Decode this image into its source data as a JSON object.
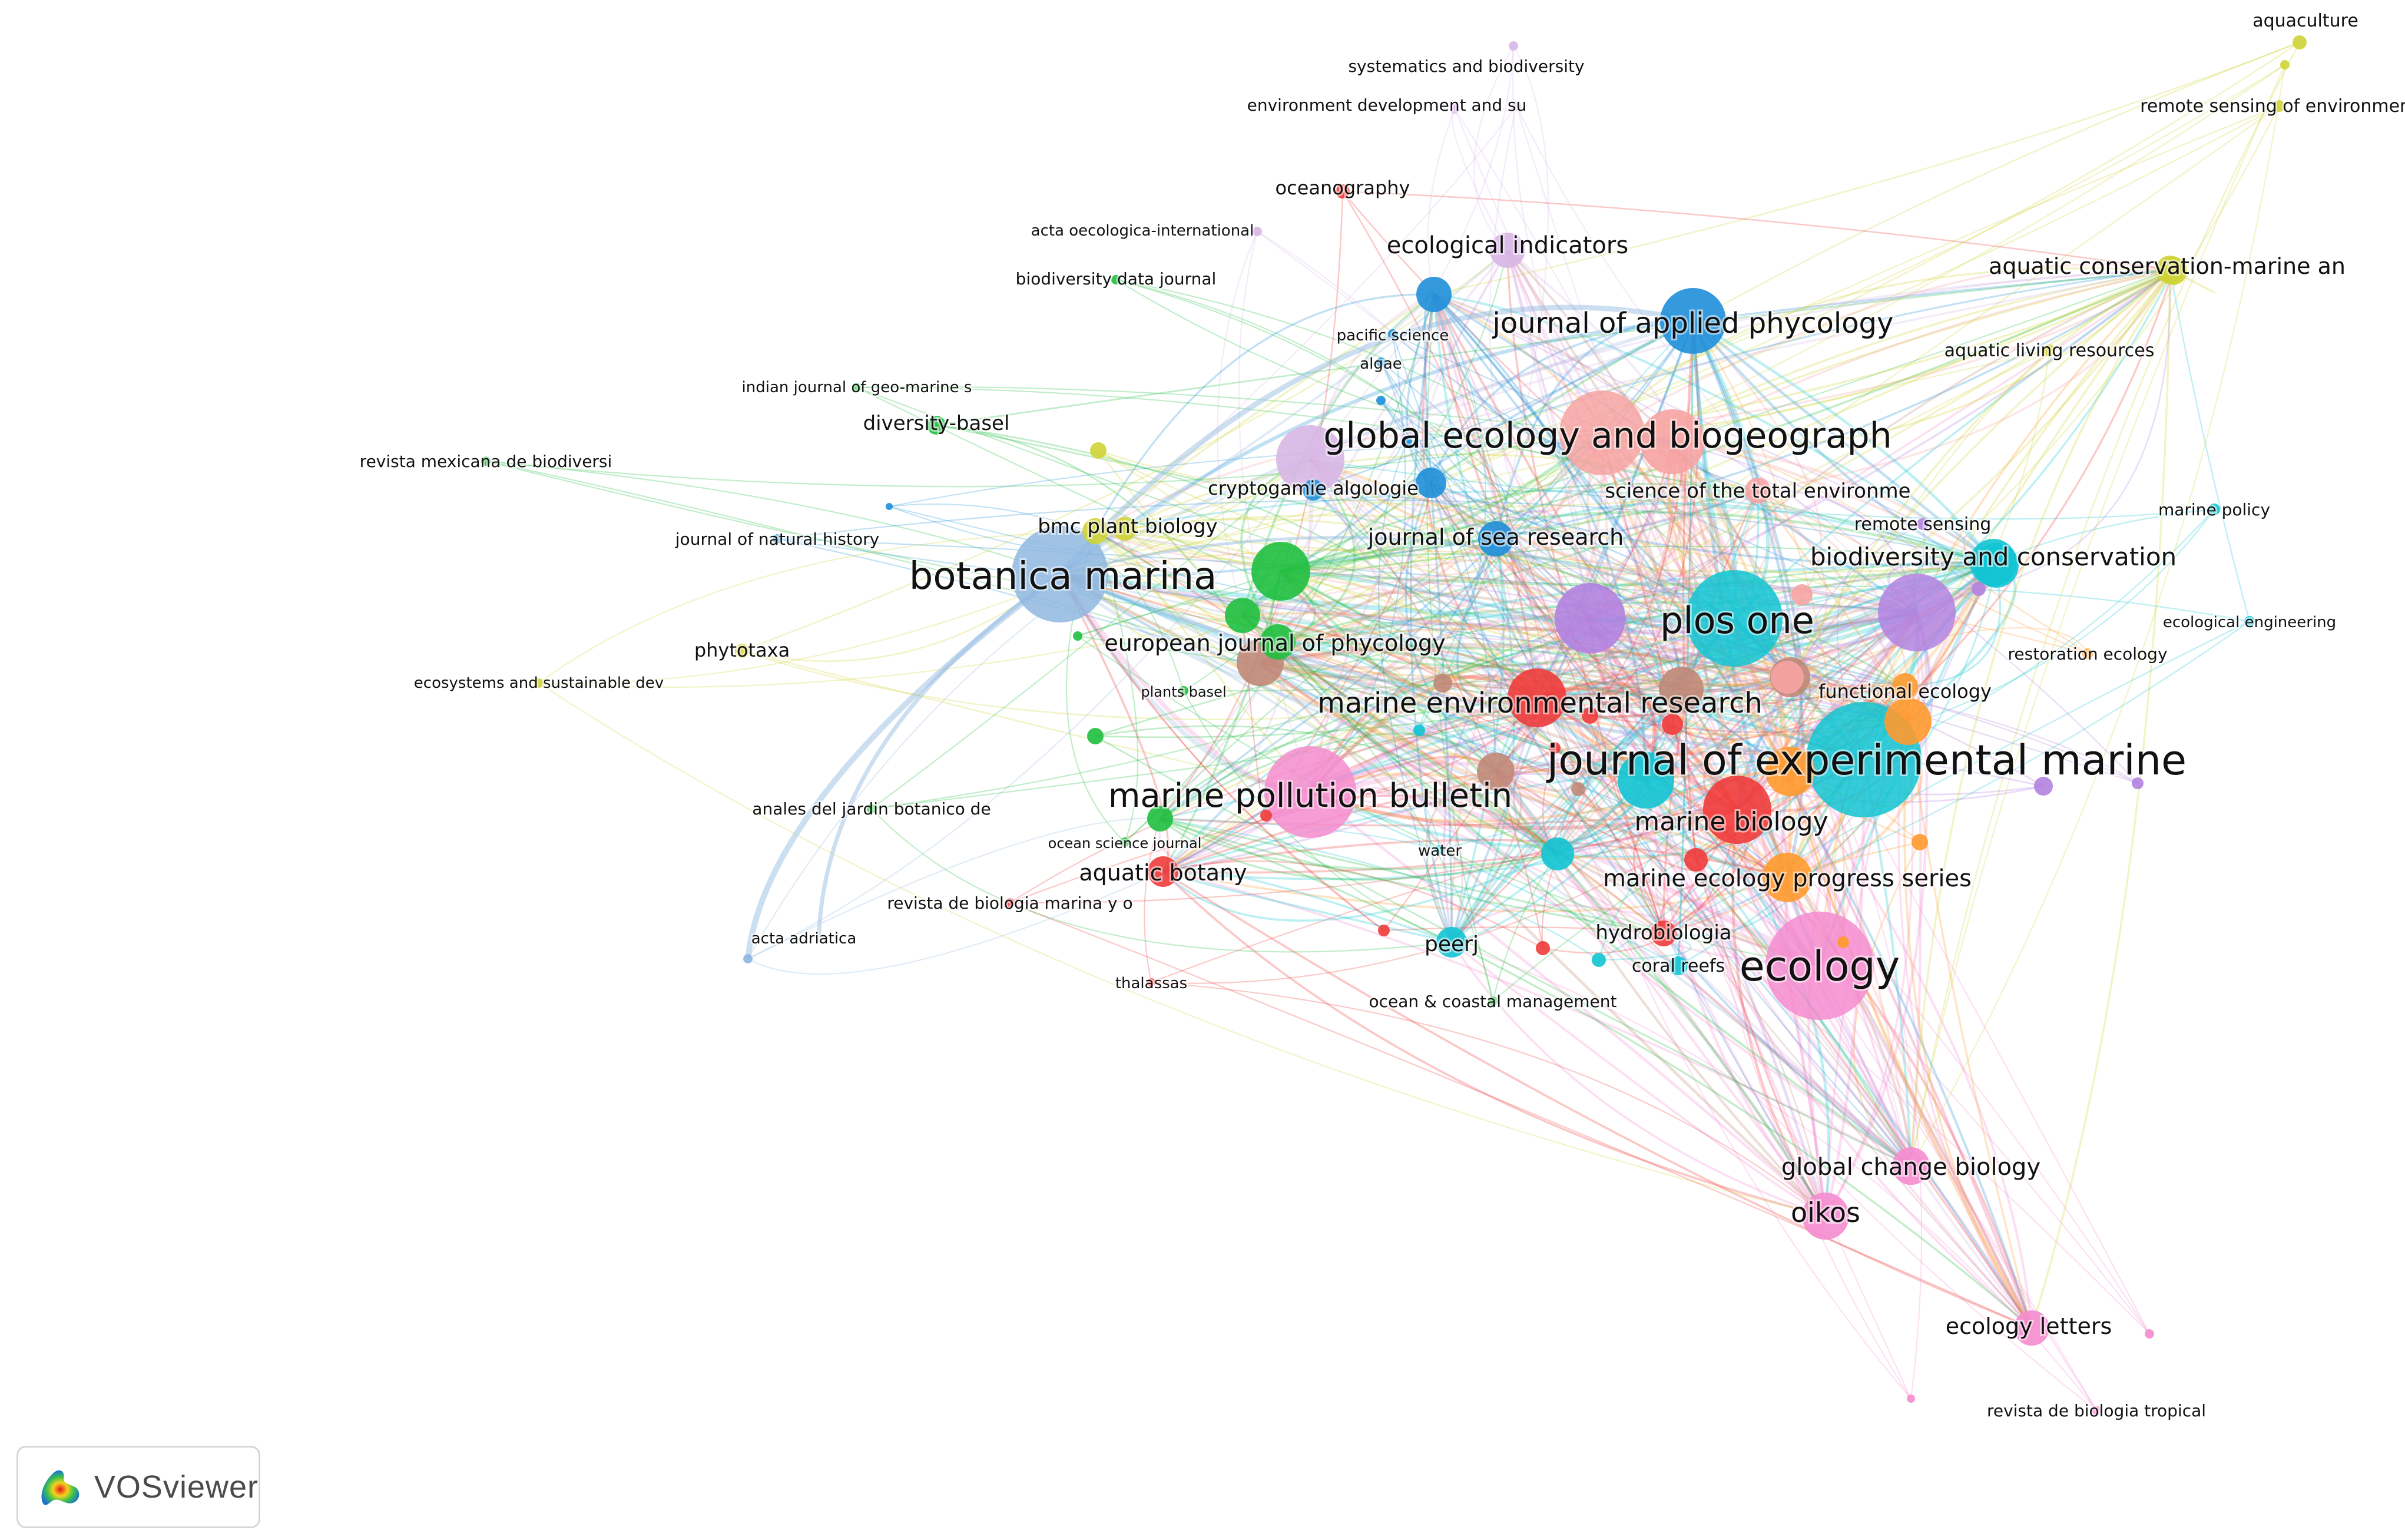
{
  "palette": {
    "red": "#ef3b3b",
    "green": "#1fbf3f",
    "blue": "#1f8fd9",
    "yellow": "#cfd336",
    "purple": "#b382e0",
    "cyan": "#12c4d4",
    "orange": "#ff9a2e",
    "brown": "#c08878",
    "pink": "#f58ccf",
    "lightblue": "#8fb7e0",
    "lilac": "#d7b6e6",
    "salmon": "#f7a3a3"
  },
  "network": {
    "nodes": [
      {
        "id": "botanica marina",
        "label": "botanica marina",
        "cluster": "lightblue",
        "weight": 5
      },
      {
        "id": "journal of experimental marine",
        "label": "journal of experimental marine",
        "cluster": "cyan",
        "weight": 5
      },
      {
        "id": "plos one",
        "label": "plos one",
        "cluster": "cyan",
        "weight": 4.6
      },
      {
        "id": "ecology",
        "label": "ecology",
        "cluster": "pink",
        "weight": 5
      },
      {
        "id": "global ecology and biogeograph",
        "label": "global ecology and biogeograph",
        "cluster": "salmon",
        "weight": 4.6
      },
      {
        "id": "marine pollution bulletin",
        "label": "marine pollution bulletin",
        "cluster": "pink",
        "weight": 4.2
      },
      {
        "id": "journal of applied phycology",
        "label": "journal of applied phycology",
        "cluster": "blue",
        "weight": 3.6
      },
      {
        "id": "marine environmental research",
        "label": "marine environmental research",
        "cluster": "red",
        "weight": 3.2
      },
      {
        "id": "marine biology",
        "label": "marine biology",
        "cluster": "red",
        "weight": 3.6
      },
      {
        "id": "biodiversity and conservation",
        "label": "biodiversity and conservation",
        "cluster": "cyan",
        "weight": 2.5
      },
      {
        "id": "marine ecology progress series",
        "label": "marine ecology progress series",
        "cluster": "orange",
        "weight": 3
      },
      {
        "id": "oikos",
        "label": "oikos",
        "cluster": "pink",
        "weight": 2.6
      },
      {
        "id": "global change biology",
        "label": "global change biology",
        "cluster": "pink",
        "weight": 2.4
      },
      {
        "id": "ecology letters",
        "label": "ecology letters",
        "cluster": "pink",
        "weight": 2.3
      },
      {
        "id": "ecological indicators",
        "label": "ecological indicators",
        "cluster": "lilac",
        "weight": 2.2
      },
      {
        "id": "aquatic conservation-marine an",
        "label": "aquatic conservation-marine an",
        "cluster": "yellow",
        "weight": 2
      },
      {
        "id": "european journal of phycology",
        "label": "european journal of phycology",
        "cluster": "green",
        "weight": 2
      },
      {
        "id": "aquatic botany",
        "label": "aquatic botany",
        "cluster": "red",
        "weight": 2
      },
      {
        "id": "journal of sea research",
        "label": "journal of sea research",
        "cluster": "blue",
        "weight": 2.2
      },
      {
        "id": "diversity-basel",
        "label": "diversity-basel",
        "cluster": "green",
        "weight": 1.5
      },
      {
        "id": "phytotaxa",
        "label": "phytotaxa",
        "cluster": "yellow",
        "weight": 1.2
      },
      {
        "id": "bmc plant biology",
        "label": "bmc plant biology",
        "cluster": "yellow",
        "weight": 1.4
      },
      {
        "id": "cryptogamie algologie",
        "label": "cryptogamie algologie",
        "cluster": "blue",
        "weight": 1.4
      },
      {
        "id": "science of the total environme",
        "label": "science of the total environme",
        "cluster": "salmon",
        "weight": 1.6
      },
      {
        "id": "functional ecology",
        "label": "functional ecology",
        "cluster": "orange",
        "weight": 1.5
      },
      {
        "id": "peerj",
        "label": "peerj",
        "cluster": "cyan",
        "weight": 1.6
      },
      {
        "id": "hydrobiologia",
        "label": "hydrobiologia",
        "cluster": "red",
        "weight": 1.5
      },
      {
        "id": "coral reefs",
        "label": "coral reefs",
        "cluster": "cyan",
        "weight": 1.3
      },
      {
        "id": "aquaculture",
        "label": "aquaculture",
        "cluster": "yellow",
        "weight": 1.1
      },
      {
        "id": "remote sensing of environment",
        "label": "remote sensing of environment",
        "cluster": "yellow",
        "weight": 1
      },
      {
        "id": "aquatic living resources",
        "label": "aquatic living resources",
        "cluster": "yellow",
        "weight": 1
      },
      {
        "id": "remote sensing",
        "label": "remote sensing",
        "cluster": "purple",
        "weight": 1
      },
      {
        "id": "marine policy",
        "label": "marine policy",
        "cluster": "cyan",
        "weight": 1
      },
      {
        "id": "ecological engineering",
        "label": "ecological engineering",
        "cluster": "cyan",
        "weight": 0.9
      },
      {
        "id": "restoration ecology",
        "label": "restoration ecology",
        "cluster": "orange",
        "weight": 1
      },
      {
        "id": "systematics and biodiversity",
        "label": "systematics and biodiversity",
        "cluster": "lilac",
        "weight": 0.9
      },
      {
        "id": "environment development and su",
        "label": "environment development and su",
        "cluster": "lilac",
        "weight": 0.9
      },
      {
        "id": "oceanography",
        "label": "oceanography",
        "cluster": "red",
        "weight": 1.1
      },
      {
        "id": "acta oecologica-international",
        "label": "acta oecologica-international",
        "cluster": "lilac",
        "weight": 0.9
      },
      {
        "id": "biodiversity data journal",
        "label": "biodiversity data journal",
        "cluster": "green",
        "weight": 0.9
      },
      {
        "id": "pacific science",
        "label": "pacific science",
        "cluster": "blue",
        "weight": 0.9
      },
      {
        "id": "algae",
        "label": "algae",
        "cluster": "blue",
        "weight": 0.9
      },
      {
        "id": "indian journal of geo-marine s",
        "label": "indian journal of geo-marine s",
        "cluster": "green",
        "weight": 0.9
      },
      {
        "id": "revista mexicana de biodiversi",
        "label": "revista mexicana de biodiversi",
        "cluster": "green",
        "weight": 0.9
      },
      {
        "id": "journal of natural history",
        "label": "journal of natural history",
        "cluster": "blue",
        "weight": 0.9
      },
      {
        "id": "ecosystems and sustainable dev",
        "label": "ecosystems and sustainable dev",
        "cluster": "yellow",
        "weight": 0.9
      },
      {
        "id": "plants basel",
        "label": "plants basel",
        "cluster": "green",
        "weight": 0.9
      },
      {
        "id": "anales del jardin botanico de",
        "label": "anales del jardin botanico de",
        "cluster": "green",
        "weight": 0.9
      },
      {
        "id": "ocean science journal",
        "label": "ocean science journal",
        "cluster": "green",
        "weight": 0.9
      },
      {
        "id": "revista de biologia marina y o",
        "label": "revista de biologia marina y o",
        "cluster": "red",
        "weight": 0.9
      },
      {
        "id": "acta adriatica",
        "label": "acta adriatica",
        "cluster": "lightblue",
        "weight": 0.9
      },
      {
        "id": "thalassas",
        "label": "thalassas",
        "cluster": "red",
        "weight": 0.8
      },
      {
        "id": "water",
        "label": "water",
        "cluster": "cyan",
        "weight": 0.9
      },
      {
        "id": "ocean & coastal management",
        "label": "ocean & coastal management",
        "cluster": "green",
        "weight": 0.9
      },
      {
        "id": "revista de biologia tropical",
        "label": "revista de biologia tropical",
        "cluster": "pink",
        "weight": 0.9
      }
    ]
  },
  "watermark": {
    "text": "VOSviewer"
  }
}
